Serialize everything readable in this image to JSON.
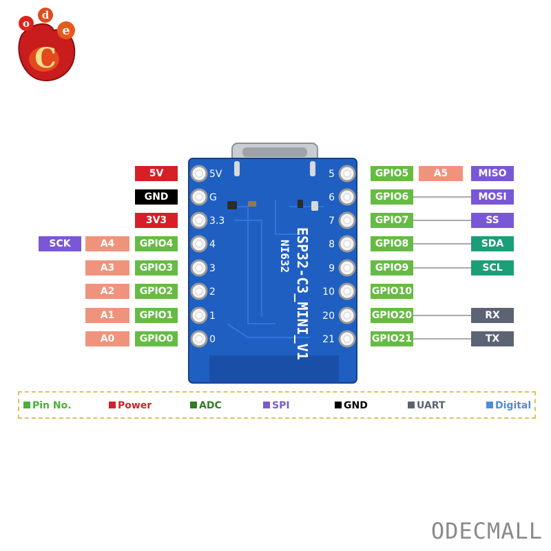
{
  "logo": {
    "letters": [
      "o",
      "d",
      "e",
      "C"
    ]
  },
  "board": {
    "title": "ESP32-C3_MINI_V1",
    "subtitle": "NI632",
    "left_pins": [
      "5V",
      "G",
      "3.3",
      "4",
      "3",
      "2",
      "1",
      "0"
    ],
    "right_pins": [
      "5",
      "6",
      "7",
      "8",
      "9",
      "10",
      "20",
      "21"
    ]
  },
  "left_rows": [
    {
      "power": "5V"
    },
    {
      "gnd": "GND"
    },
    {
      "power": "3V3"
    },
    {
      "spi": "SCK",
      "adc": "A4",
      "gpio": "GPIO4"
    },
    {
      "adc": "A3",
      "gpio": "GPIO3"
    },
    {
      "adc": "A2",
      "gpio": "GPIO2"
    },
    {
      "adc": "A1",
      "gpio": "GPIO1"
    },
    {
      "adc": "A0",
      "gpio": "GPIO0"
    }
  ],
  "right_rows": [
    {
      "gpio": "GPIO5",
      "adc": "A5",
      "func": "MISO",
      "func_type": "spi"
    },
    {
      "gpio": "GPIO6",
      "func": "MOSI",
      "func_type": "spi"
    },
    {
      "gpio": "GPIO7",
      "func": "SS",
      "func_type": "spi"
    },
    {
      "gpio": "GPIO8",
      "func": "SDA",
      "func_type": "i2c"
    },
    {
      "gpio": "GPIO9",
      "func": "SCL",
      "func_type": "i2c"
    },
    {
      "gpio": "GPIO10"
    },
    {
      "gpio": "GPIO20",
      "func": "RX",
      "func_type": "uart"
    },
    {
      "gpio": "GPIO21",
      "func": "TX",
      "func_type": "uart"
    }
  ],
  "legend": [
    {
      "label": "Pin No.",
      "color": "#4caf3a"
    },
    {
      "label": "Power",
      "color": "#d61f26"
    },
    {
      "label": "ADC",
      "color": "#2f7d1f"
    },
    {
      "label": "SPI",
      "color": "#7a57d6"
    },
    {
      "label": "GND",
      "color": "#000000"
    },
    {
      "label": "UART",
      "color": "#5c6373"
    },
    {
      "label": "Digital",
      "color": "#4f8bd6"
    }
  ],
  "colors": {
    "power": "#d61f26",
    "gnd": "#000000",
    "gpio": "#66bb44",
    "adc": "#f0937c",
    "spi": "#7a57d6",
    "i2c": "#1c9e78",
    "uart": "#5c6373",
    "board": "#1f5fc2",
    "legend_border": "#d9c45a"
  },
  "watermark": "ODECMALL"
}
